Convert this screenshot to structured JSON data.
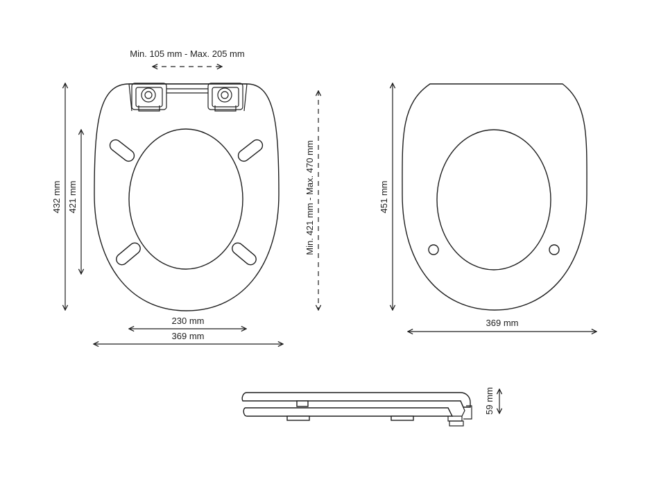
{
  "labels": {
    "hinge_range": "Min. 105 mm - Max. 205 mm",
    "length_total": "432 mm",
    "length_inner": "421 mm",
    "hinge_length_range": "Min. 421 mm - Max. 470 mm",
    "inner_width": "230 mm",
    "width_seat": "369 mm",
    "lid_length": "451 mm",
    "width_lid": "369 mm",
    "height": "59 mm"
  }
}
